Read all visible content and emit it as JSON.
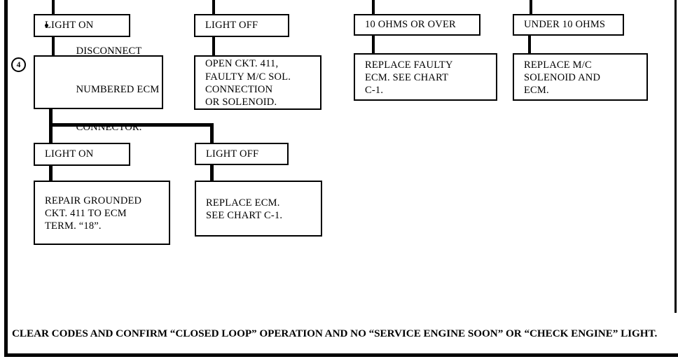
{
  "page": {
    "type": "diagnostic-flow-chart",
    "step_marker": "4",
    "footer_note": "CLEAR CODES AND CONFIRM “CLOSED LOOP” OPERATION AND NO “SERVICE ENGINE SOON” OR “CHECK ENGINE” LIGHT.",
    "ink_color": "#000000",
    "paper_color": "#ffffff"
  },
  "nodes": {
    "light_on_top": {
      "text": "LIGHT ON"
    },
    "disconnect": {
      "lines": [
        "DISCONNECT",
        "NUMBERED ECM",
        "CONNECTOR."
      ]
    },
    "light_off_top": {
      "text": "LIGHT OFF"
    },
    "open_ckt": {
      "lines": [
        "OPEN CKT. 411,",
        "FAULTY M/C SOL.",
        "CONNECTION",
        "OR SOLENOID."
      ]
    },
    "ohms_over": {
      "text": "10 OHMS OR OVER"
    },
    "replace_faulty_ecm": {
      "lines": [
        "REPLACE FAULTY",
        "ECM. SEE CHART",
        "C-1."
      ]
    },
    "ohms_under": {
      "text": "UNDER 10 OHMS"
    },
    "replace_mc_solenoid": {
      "lines": [
        "REPLACE M/C",
        "SOLENOID AND",
        "ECM."
      ]
    },
    "light_on_bottom": {
      "text": "LIGHT ON"
    },
    "repair_grounded": {
      "lines": [
        "REPAIR GROUNDED",
        "CKT. 411 TO ECM",
        "TERM. “18”."
      ]
    },
    "light_off_bottom": {
      "text": "LIGHT OFF"
    },
    "replace_ecm": {
      "lines": [
        "REPLACE ECM.",
        "SEE CHART C-1."
      ]
    }
  }
}
